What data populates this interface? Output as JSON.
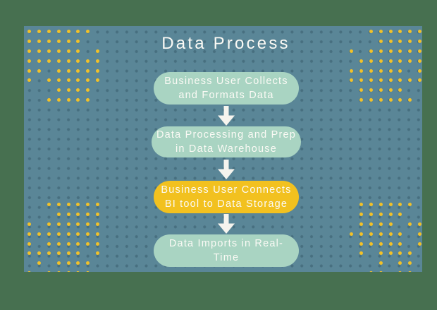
{
  "title": "Data Process",
  "colors": {
    "outer_green": "#477050",
    "panel_teal": "#5a8697",
    "mint": "#a9d4c2",
    "yellow": "#f2c11f",
    "text_white": "#fbfaf5",
    "arrow_white": "#f6f4ee",
    "corner_dot_yellow": "#f2c128"
  },
  "flow": {
    "steps": [
      {
        "variant": "mint",
        "lines": [
          "Business User Collects",
          "and Formats Data"
        ]
      },
      {
        "variant": "mint",
        "lines": [
          "Data Processing and Prep",
          "in Data Warehouse"
        ]
      },
      {
        "variant": "yellow",
        "lines": [
          "Business User Connects",
          "BI tool to Data Storage"
        ]
      },
      {
        "variant": "mint",
        "lines": [
          "Data Imports in Real-",
          "Time"
        ]
      }
    ]
  },
  "decor": {
    "corner_dots": {
      "top_left": [
        "11111110",
        "11111100",
        "11111101",
        "11111111",
        "11011111",
        "10111111",
        "00011110",
        "00111110"
      ],
      "top_right": [
        "00111111",
        "00011111",
        "10111111",
        "01111111",
        "11111101",
        "11111111",
        "01111100",
        "01111110"
      ],
      "bottom_left": [
        "00111111",
        "00011111",
        "10111111",
        "11111111",
        "10111111",
        "11111101",
        "01011110",
        "10111110"
      ],
      "bottom_right": [
        "01111110",
        "01111100",
        "01111011",
        "11111101",
        "01111101",
        "01011110",
        "00010110",
        "00110110"
      ]
    }
  }
}
